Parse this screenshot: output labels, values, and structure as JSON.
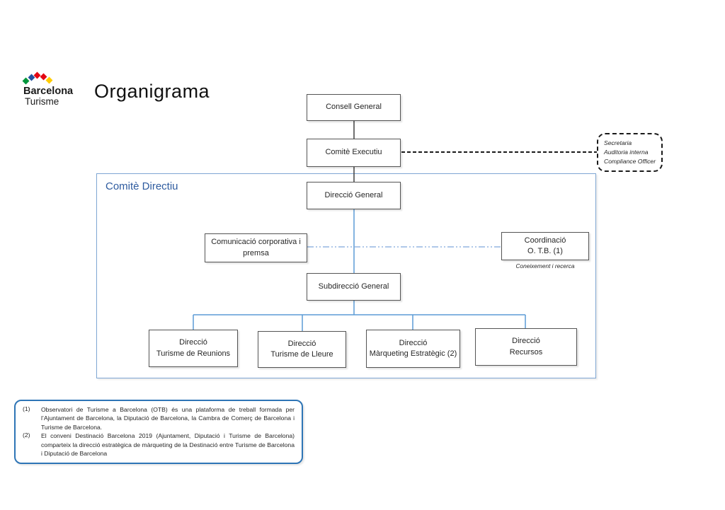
{
  "colors": {
    "accent_blue": "#5B9BD5",
    "frame_border_blue": "#7EA6D3",
    "directiu_label_blue": "#2E5B9F",
    "footnote_border_blue": "#2E75B6",
    "box_border_gray": "#545454",
    "text_dark": "#262626",
    "logo_diamonds": [
      "#00953B",
      "#2353A0",
      "#E30613",
      "#E30613",
      "#FFCC00"
    ]
  },
  "logo": {
    "brand": "Barcelona",
    "sub": "Turisme"
  },
  "title": "Organigrama",
  "org": {
    "consell": "Consell General",
    "executiu": "Comitè Executiu",
    "secretaria": {
      "l1": "Secretaria",
      "l2": "Auditoria interna",
      "l3": "Compliance Officer"
    },
    "directiu_label": "Comitè Directiu",
    "direccio_general": "Direcció General",
    "comunicacio": "Comunicació corporativa i\npremsa",
    "coordinacio": "Coordinació\nO. T.B. (1)",
    "coordinacio_caption": "Coneixement i recerca",
    "subdireccio": "Subdirecció General",
    "reunions": "Direcció\nTurisme de Reunions",
    "lleure": "Direcció\nTurisme de Lleure",
    "marqueting": "Direcció\nMàrqueting Estratègic (2)",
    "recursos": "Direcció\nRecursos"
  },
  "footnotes": [
    {
      "num": "(1)",
      "text": "Observatori de Turisme a Barcelona (OTB) és una plataforma de treball  formada per l’Ajuntament de Barcelona, la Diputació de Barcelona, la Cambra de Comerç de Barcelona i Turisme de Barcelona."
    },
    {
      "num": "(2)",
      "text": "El conveni Destinació Barcelona 2019 (Ajuntament, Diputació i Turisme de Barcelona) comparteix la direcció estratègica de màrqueting de la Destinació entre Turisme de Barcelona i Diputació de Barcelona"
    }
  ]
}
